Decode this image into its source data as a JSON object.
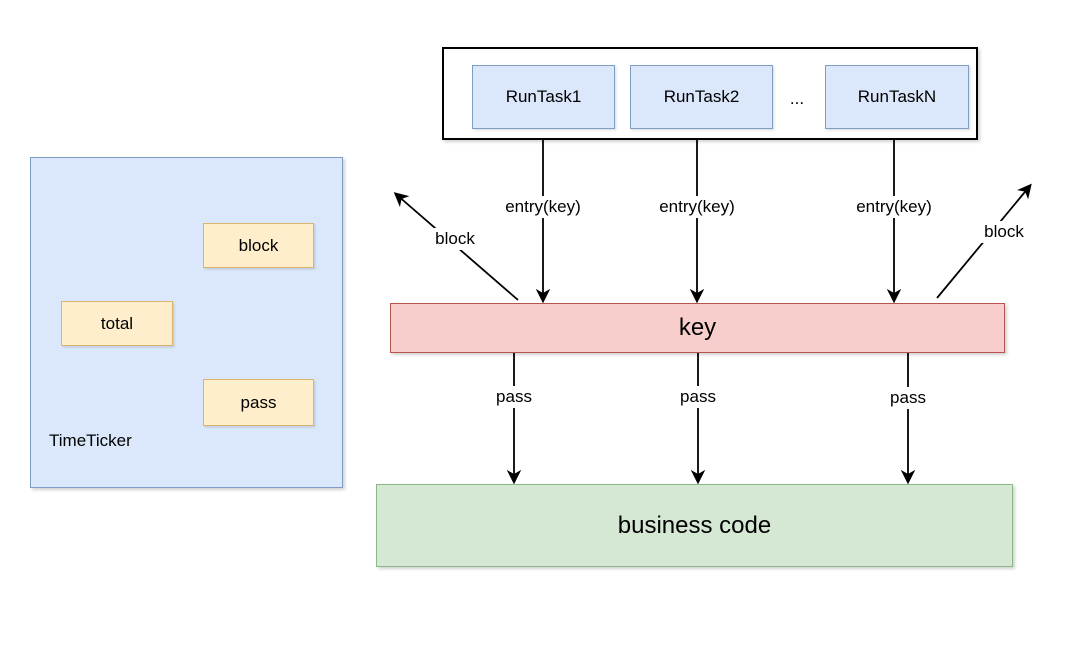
{
  "diagram": {
    "timeticker": {
      "title": "TimeTicker",
      "fields": {
        "block": "block",
        "total": "total",
        "pass": "pass"
      }
    },
    "task_group": {
      "tasks": [
        "RunTask1",
        "RunTask2",
        "RunTaskN"
      ],
      "ellipsis": "..."
    },
    "key_box": {
      "label": "key"
    },
    "business_box": {
      "label": "business code"
    },
    "edges": {
      "entry": [
        "entry(key)",
        "entry(key)",
        "entry(key)"
      ],
      "pass": [
        "pass",
        "pass",
        "pass"
      ],
      "block_left": "block",
      "block_right": "block"
    },
    "colors": {
      "blue_fill": "#dbe8fb",
      "blue_border": "#7e9cc4",
      "yellow_fill": "#ffeecb",
      "yellow_border": "#d9b46a",
      "red_fill": "#f8cecc",
      "red_border": "#b85450",
      "green_fill": "#d5e8d4",
      "green_border": "#88b887",
      "container_border": "#000000",
      "arrow": "#000000"
    }
  }
}
